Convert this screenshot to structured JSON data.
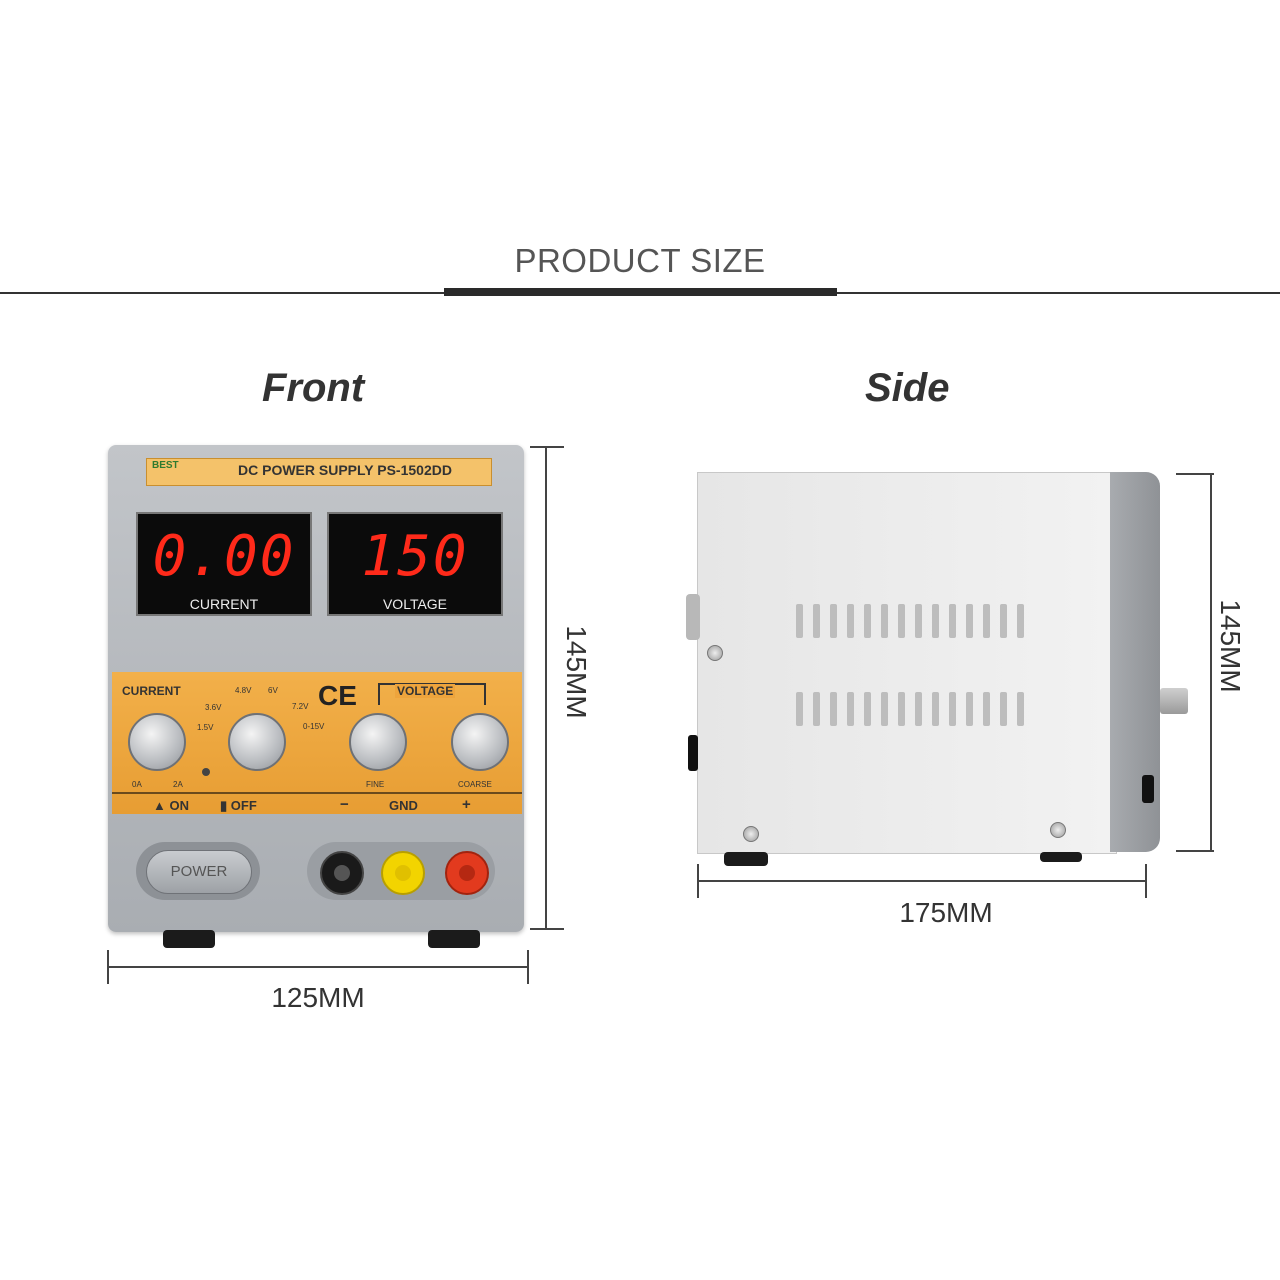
{
  "header": {
    "title": "PRODUCT SIZE"
  },
  "views": {
    "front_label": "Front",
    "side_label": "Side"
  },
  "dimensions": {
    "front_height": "145MM",
    "front_width": "125MM",
    "side_height": "145MM",
    "side_depth": "175MM"
  },
  "device": {
    "brand": "BEST",
    "model": "DC POWER SUPPLY PS-1502DD",
    "current_display": {
      "reading": "0.00",
      "label": "CURRENT"
    },
    "voltage_display": {
      "reading": "150",
      "label": "VOLTAGE"
    },
    "panel": {
      "current_label": "CURRENT",
      "current_min": "0A",
      "current_max": "2A",
      "range_steps": [
        "1.5V",
        "3.6V",
        "4.8V",
        "6V",
        "7.2V",
        "0-15V"
      ],
      "ce_mark": "CE",
      "voltage_group_label": "VOLTAGE",
      "fine_label": "FINE",
      "coarse_label": "COARSE",
      "on_label": "ON",
      "off_label": "OFF",
      "minus_label": "−",
      "gnd_label": "GND",
      "plus_label": "+"
    },
    "power_button_label": "POWER",
    "terminal_colors": {
      "negative": "#1a1a1a",
      "ground": "#f2d400",
      "positive": "#e23a1e"
    }
  },
  "colors": {
    "panel_orange": "#eea43c",
    "display_red": "#ff2a1a",
    "body_gray": "#b3b6bb"
  }
}
